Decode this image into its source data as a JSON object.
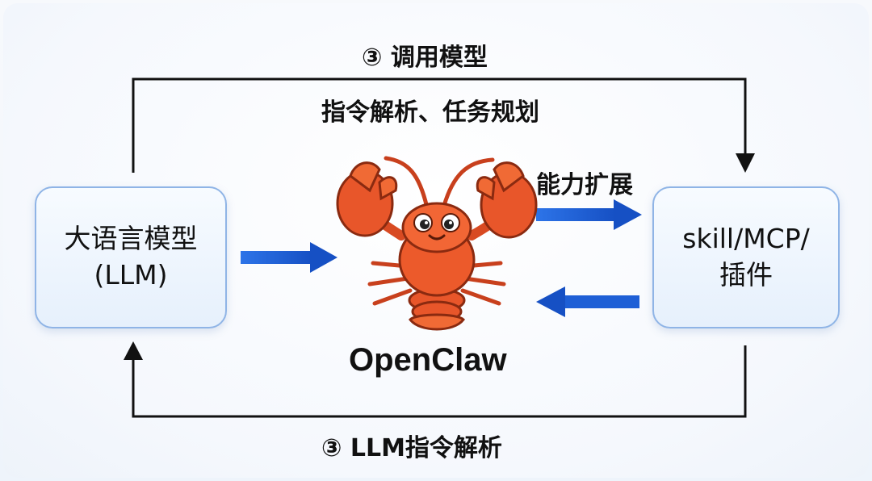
{
  "top_label": "③ 调用模型",
  "top_sub_label": "指令解析、任务规划",
  "capability_label": "能力扩展",
  "bottom_label": "③ LLM指令解析",
  "left_node": {
    "line1": "大语言模型",
    "line2": "(LLM)"
  },
  "right_node": {
    "line1": "skill/MCP/",
    "line2": "插件"
  },
  "center_name": "OpenClaw",
  "colors": {
    "arrow_blue": "#1e5fd6",
    "line_black": "#111111",
    "node_border": "#8fb4e6",
    "lobster": "#e8562a"
  }
}
